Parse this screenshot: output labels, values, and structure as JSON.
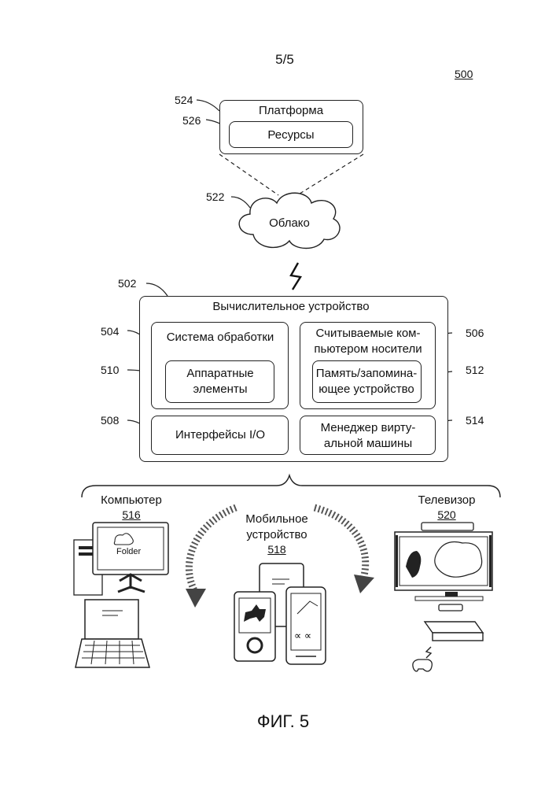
{
  "page_label": "5/5",
  "figure_ref": "500",
  "caption": "ФИГ. 5",
  "platform": {
    "ref": "524",
    "title": "Платформа",
    "resources_ref": "526",
    "resources": "Ресурсы"
  },
  "cloud": {
    "ref": "522",
    "label": "Облако"
  },
  "computing_device": {
    "ref": "502",
    "title": "Вычислительное устройство",
    "processing_system": {
      "ref": "504",
      "title": "Система обработки"
    },
    "hardware": {
      "ref": "510",
      "line1": "Аппаратные",
      "line2": "элементы"
    },
    "media": {
      "ref": "506",
      "line1": "Считываемые ком-",
      "line2": "пьютером носители"
    },
    "memory": {
      "ref": "512",
      "line1": "Память/запомина-",
      "line2": "ющее устройство"
    },
    "io": {
      "ref": "508",
      "label": "Интерфейсы I/O"
    },
    "vm": {
      "ref": "514",
      "line1": "Менеджер вирту-",
      "line2": "альной машины"
    }
  },
  "devices": {
    "computer": {
      "label": "Компьютер",
      "ref": "516",
      "folder_label": "Folder"
    },
    "mobile": {
      "line1": "Мобильное",
      "line2": "устройство",
      "ref": "518"
    },
    "tv": {
      "label": "Телевизор",
      "ref": "520"
    }
  }
}
